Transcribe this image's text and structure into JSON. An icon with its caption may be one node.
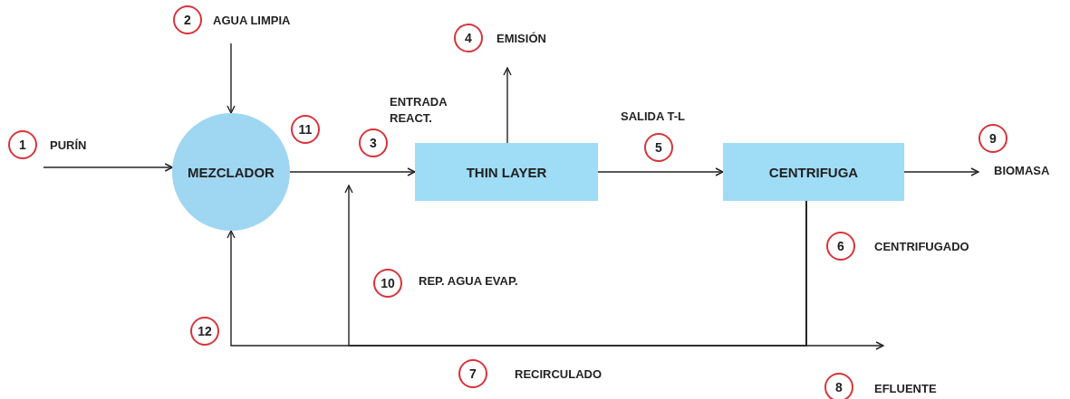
{
  "diagram": {
    "nodes": [
      {
        "text": [
          "MEZCLADOR"
        ]
      },
      {
        "text": [
          "THIN LAYER"
        ]
      },
      {
        "text": [
          "CENTRIFUGA"
        ]
      },
      {
        "text": [
          "1"
        ],
        "beside": [
          "PURÍN"
        ]
      },
      {
        "text": [
          "2"
        ],
        "beside": [
          "AGUA LIMPIA"
        ]
      },
      {
        "text": [
          "3"
        ],
        "beside": [
          "ENTRADA REACT."
        ]
      },
      {
        "text": [
          "4"
        ],
        "beside": [
          "EMISIÓN"
        ]
      },
      {
        "text": [
          "5"
        ],
        "beside": [
          "SALIDA T-L"
        ]
      },
      {
        "text": [
          "6"
        ],
        "beside": [
          "CENTRIFUGADO"
        ]
      },
      {
        "text": [
          "7"
        ],
        "beside": [
          "RECIRCULADO"
        ]
      },
      {
        "text": [
          "8"
        ],
        "beside": [
          "EFLUENTE"
        ]
      },
      {
        "text": [
          "9"
        ],
        "beside": [
          "BIOMASA"
        ]
      },
      {
        "text": [
          "10"
        ],
        "beside": [
          "REP. AGUA EVAP."
        ]
      },
      {
        "text": [
          "11"
        ]
      },
      {
        "text": [
          "12"
        ]
      }
    ],
    "edges": [
      {
        "from": 3,
        "to": 0,
        "arrow": "to"
      },
      {
        "from": null,
        "to": 0,
        "arrow": "to"
      },
      {
        "from": 0,
        "to": 1,
        "arrow": "to"
      },
      {
        "from": 1,
        "to": 6,
        "arrow": "to"
      },
      {
        "from": 1,
        "to": 2,
        "arrow": "to"
      },
      {
        "from": 2,
        "to": 11,
        "arrow": "to"
      },
      {
        "from": 2,
        "to": null,
        "arrow": "to"
      },
      {
        "from": 2,
        "to": 0,
        "arrow": "to"
      },
      {
        "from": 2,
        "to": null,
        "arrow": "to"
      }
    ]
  }
}
